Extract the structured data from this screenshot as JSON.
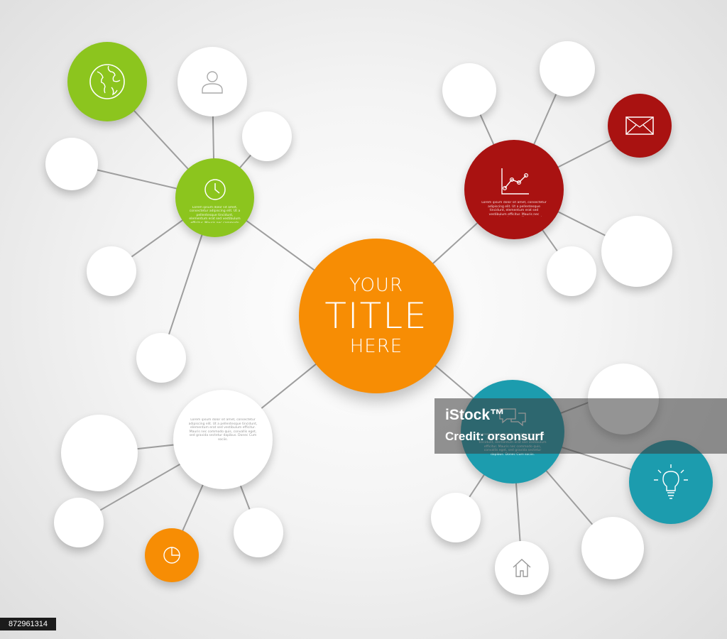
{
  "center": {
    "line1": "YOUR",
    "line2": "TITLE",
    "line3": "HERE"
  },
  "filler_text": "Lorem ipsum dolor sit amet, consectetur adipiscing elit. Ut a pellentesque tincidunt, elementum erat sed vestibulum efficitur. Mauris nec commodo quis, convallis eget, sed gravida sectetur dapibus. Donec Cum sociis.",
  "watermark": {
    "line1": "iStock™",
    "line2": "Credit: orsonsurf"
  },
  "image_id": "872961314",
  "colors": {
    "orange": "#f78d04",
    "green": "#8cc51e",
    "red": "#a91211",
    "teal": "#1c9cae",
    "white": "#ffffff",
    "line": "#9e9e9e"
  },
  "icons": [
    "globe-icon",
    "user-icon",
    "clock-icon",
    "chart-icon",
    "mail-icon",
    "speech-bubbles-icon",
    "lightbulb-icon",
    "home-icon",
    "pie-chart-icon"
  ]
}
